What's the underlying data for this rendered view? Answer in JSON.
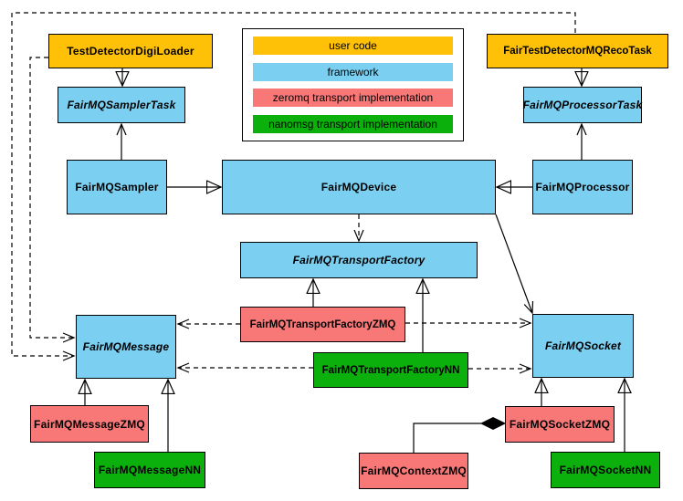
{
  "legend": {
    "items": [
      {
        "label": "user code",
        "color": "#FFC107",
        "category": "user-code"
      },
      {
        "label": "framework",
        "color": "#7BD0F2",
        "category": "framework"
      },
      {
        "label": "zeromq transport implementation",
        "color": "#F87878",
        "category": "zeromq"
      },
      {
        "label": "nanomsg transport implementation",
        "color": "#0CB00C",
        "category": "nanomsg"
      }
    ]
  },
  "nodes": {
    "test_detector_digi_loader": {
      "label": "TestDetectorDigiLoader",
      "category": "user-code"
    },
    "fair_test_detector_mq_reco_task": {
      "label": "FairTestDetectorMQRecoTask",
      "category": "user-code"
    },
    "fairmq_sampler_task": {
      "label": "FairMQSamplerTask",
      "category": "framework",
      "abstract": true
    },
    "fairmq_processor_task": {
      "label": "FairMQProcessorTask",
      "category": "framework",
      "abstract": true
    },
    "fairmq_sampler": {
      "label": "FairMQSampler",
      "category": "framework"
    },
    "fairmq_device": {
      "label": "FairMQDevice",
      "category": "framework"
    },
    "fairmq_processor": {
      "label": "FairMQProcessor",
      "category": "framework"
    },
    "fairmq_transport_factory": {
      "label": "FairMQTransportFactory",
      "category": "framework",
      "abstract": true
    },
    "fairmq_transport_factory_zmq": {
      "label": "FairMQTransportFactoryZMQ",
      "category": "zeromq"
    },
    "fairmq_transport_factory_nn": {
      "label": "FairMQTransportFactoryNN",
      "category": "nanomsg"
    },
    "fairmq_message": {
      "label": "FairMQMessage",
      "category": "framework",
      "abstract": true
    },
    "fairmq_socket": {
      "label": "FairMQSocket",
      "category": "framework",
      "abstract": true
    },
    "fairmq_message_zmq": {
      "label": "FairMQMessageZMQ",
      "category": "zeromq"
    },
    "fairmq_message_nn": {
      "label": "FairMQMessageNN",
      "category": "nanomsg"
    },
    "fairmq_socket_zmq": {
      "label": "FairMQSocketZMQ",
      "category": "zeromq"
    },
    "fairmq_socket_nn": {
      "label": "FairMQSocketNN",
      "category": "nanomsg"
    },
    "fairmq_context_zmq": {
      "label": "FairMQContextZMQ",
      "category": "zeromq"
    }
  },
  "edges": [
    {
      "from": "TestDetectorDigiLoader",
      "to": "FairMQSamplerTask",
      "kind": "generalization"
    },
    {
      "from": "FairTestDetectorMQRecoTask",
      "to": "FairMQProcessorTask",
      "kind": "generalization"
    },
    {
      "from": "FairMQSampler",
      "to": "FairMQSamplerTask",
      "kind": "association"
    },
    {
      "from": "FairMQProcessor",
      "to": "FairMQProcessorTask",
      "kind": "association"
    },
    {
      "from": "FairMQSampler",
      "to": "FairMQDevice",
      "kind": "generalization"
    },
    {
      "from": "FairMQProcessor",
      "to": "FairMQDevice",
      "kind": "generalization"
    },
    {
      "from": "FairMQDevice",
      "to": "FairMQTransportFactory",
      "kind": "dependency"
    },
    {
      "from": "FairMQDevice",
      "to": "FairMQSocket",
      "kind": "association"
    },
    {
      "from": "FairMQTransportFactoryZMQ",
      "to": "FairMQTransportFactory",
      "kind": "generalization"
    },
    {
      "from": "FairMQTransportFactoryNN",
      "to": "FairMQTransportFactory",
      "kind": "generalization"
    },
    {
      "from": "FairMQTransportFactoryZMQ",
      "to": "FairMQMessage",
      "kind": "dependency"
    },
    {
      "from": "FairMQTransportFactoryZMQ",
      "to": "FairMQSocket",
      "kind": "dependency"
    },
    {
      "from": "FairMQTransportFactoryNN",
      "to": "FairMQMessage",
      "kind": "dependency"
    },
    {
      "from": "FairMQTransportFactoryNN",
      "to": "FairMQSocket",
      "kind": "dependency"
    },
    {
      "from": "TestDetectorDigiLoader",
      "to": "FairMQMessage",
      "kind": "dependency"
    },
    {
      "from": "FairTestDetectorMQRecoTask",
      "to": "FairMQMessage",
      "kind": "dependency"
    },
    {
      "from": "FairMQMessageZMQ",
      "to": "FairMQMessage",
      "kind": "generalization"
    },
    {
      "from": "FairMQMessageNN",
      "to": "FairMQMessage",
      "kind": "generalization"
    },
    {
      "from": "FairMQSocketZMQ",
      "to": "FairMQSocket",
      "kind": "generalization"
    },
    {
      "from": "FairMQSocketNN",
      "to": "FairMQSocket",
      "kind": "generalization"
    },
    {
      "from": "FairMQContextZMQ",
      "to": "FairMQSocketZMQ",
      "kind": "composition"
    }
  ]
}
